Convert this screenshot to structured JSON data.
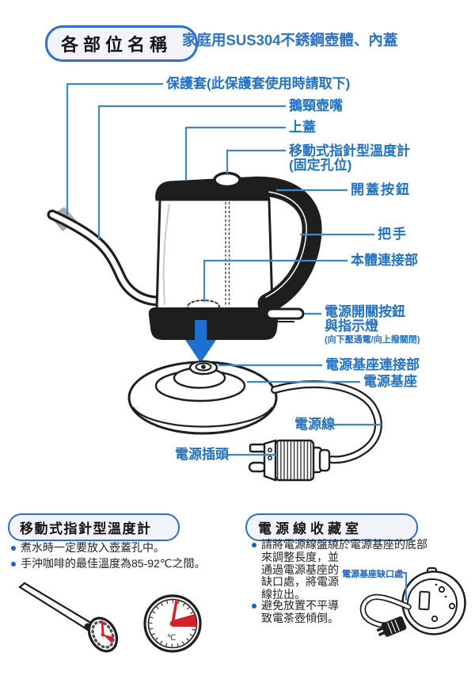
{
  "header": {
    "badge": "各部位名稱",
    "subtitle": "家庭用SUS304不銹鋼壺體、內蓋"
  },
  "diagram": {
    "labels": {
      "protector": "保護套(此保護套使用時請取下)",
      "spout": "鵝頸壺嘴",
      "lid": "上蓋",
      "thermometer_line1": "移動式指針型溫度計",
      "thermometer_line2": "(固定孔位)",
      "lid_button": "開蓋按鈕",
      "handle": "把手",
      "body_connector": "本體連接部",
      "power_switch_line1": "電源開關按鈕",
      "power_switch_line2": "與指示燈",
      "power_switch_note": "(向下壓通電/向上撥關閉)",
      "base_connector": "電源基座連接部",
      "power_base": "電源基座",
      "power_cord": "電源線",
      "power_plug": "電源插頭"
    }
  },
  "sections": {
    "left": {
      "title": "移動式指針型溫度計",
      "bullets": [
        "煮水時一定要放入壺蓋孔中。",
        "手沖咖啡的最佳溫度為85-92℃之間。"
      ],
      "dial_unit": "℃"
    },
    "right": {
      "title": "電源線收藏室",
      "bullet1_line1": "請將電源線盤繞於電源基座的底部",
      "bullet1_rest": "來調整長度，並通過電源基座的缺口處，將電源線拉出。",
      "bullet2": "避免放置不平導致電茶壺傾倒。",
      "callout": "電源基座缺口處"
    }
  },
  "colors": {
    "label_blue": "#1f72c6",
    "leader_line_blue": "#3f86cd",
    "arrow_blue": "#1c70d2",
    "pill_border_blue": "#2e6fc9",
    "pill_background": "#f3f4fb",
    "line_art_ink": "#1e1e1e",
    "needle_red": "#d42028",
    "sleeve_gray": "#a7a9ac",
    "bullet_blue": "#1565c0"
  }
}
